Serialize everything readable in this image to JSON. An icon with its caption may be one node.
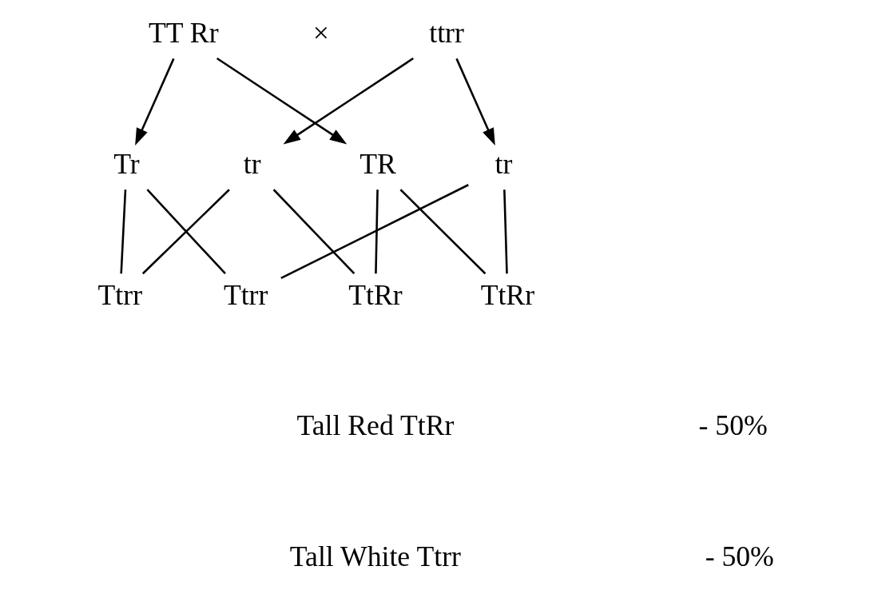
{
  "diagram": {
    "nodes": [
      {
        "text": [
          "TT Rr"
        ]
      },
      {
        "text": [
          "ttrr"
        ]
      },
      {
        "text": [
          "TR"
        ]
      },
      {
        "text": [
          "Tr"
        ]
      },
      {
        "text": [
          "tr"
        ]
      },
      {
        "text": [
          "tr"
        ]
      },
      {
        "text": [
          "TtRr"
        ]
      },
      {
        "text": [
          "TtRr"
        ]
      },
      {
        "text": [
          "Ttrr"
        ]
      },
      {
        "text": [
          "Ttrr"
        ]
      }
    ],
    "edges": [
      {
        "from": 0,
        "to": 2,
        "arrow": "to"
      },
      {
        "from": 0,
        "to": 3,
        "arrow": "to"
      },
      {
        "from": 1,
        "to": 4,
        "arrow": "to"
      },
      {
        "from": 1,
        "to": 5,
        "arrow": "to"
      },
      {
        "from": 2,
        "to": 6,
        "arrow": "none"
      },
      {
        "from": 2,
        "to": 7,
        "arrow": "none"
      },
      {
        "from": 4,
        "to": 6,
        "arrow": "none"
      },
      {
        "from": 5,
        "to": 7,
        "arrow": "none"
      },
      {
        "from": 3,
        "to": 8,
        "arrow": "none"
      },
      {
        "from": 3,
        "to": 9,
        "arrow": "none"
      },
      {
        "from": 4,
        "to": 8,
        "arrow": "none"
      },
      {
        "from": 5,
        "to": 9,
        "arrow": "none"
      }
    ],
    "labels": [
      "×",
      "Tall Red TtRr",
      "- 50%",
      "Tall White Ttrr",
      "- 50%"
    ]
  }
}
